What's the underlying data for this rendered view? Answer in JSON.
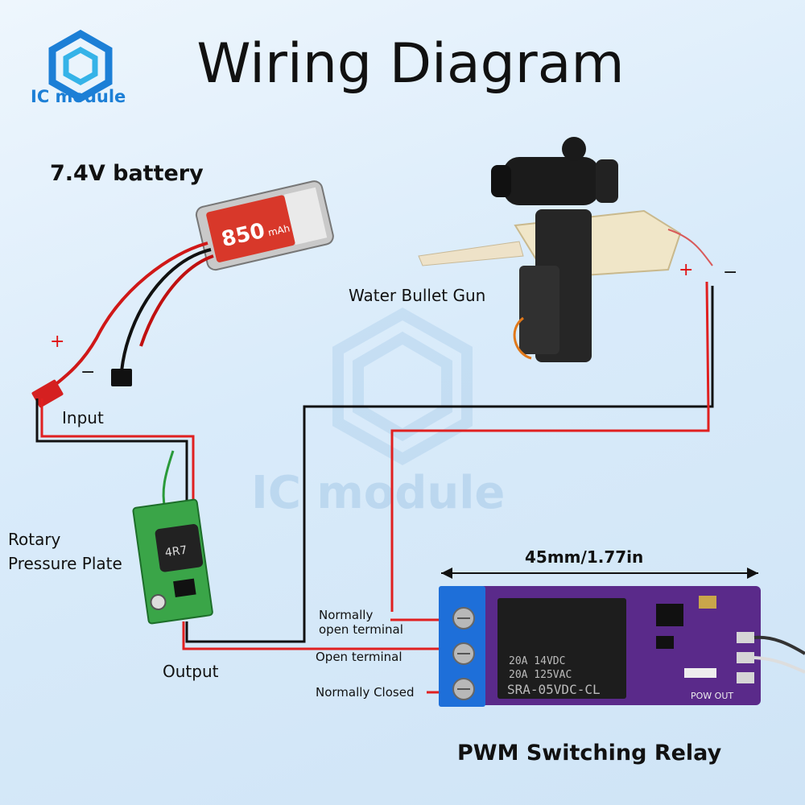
{
  "title": "Wiring Diagram",
  "brand": {
    "name": "IC module",
    "watermark": "IC module"
  },
  "battery": {
    "label": "7.4V battery",
    "capacity_text": "850",
    "unit_text": "mAh",
    "plus": "+",
    "minus": "−"
  },
  "gun": {
    "label": "Water Bullet Gun",
    "plus": "+",
    "minus": "−"
  },
  "regulator": {
    "input_label": "Input",
    "output_label": "Output",
    "name_line1": "Rotary",
    "name_line2": "Pressure Plate",
    "chip_text": "4R7"
  },
  "relay": {
    "title": "PWM Switching Relay",
    "dimension": "45mm/1.77in",
    "terminal_no_line1": "Normally",
    "terminal_no_line2": "open terminal",
    "terminal_com": "Open terminal",
    "terminal_nc": "Normally Closed",
    "chip_line1": "20A 14VDC",
    "chip_line2": "20A 125VAC",
    "chip_model": "SRA-05VDC-CL",
    "pin_labels": "POW OUT"
  },
  "colors": {
    "wire_red": "#e02020",
    "wire_black": "#111111",
    "relay_board": "#5a2a8a",
    "terminal_blue": "#1e6fd9",
    "brand_blue": "#1c7fd6"
  }
}
